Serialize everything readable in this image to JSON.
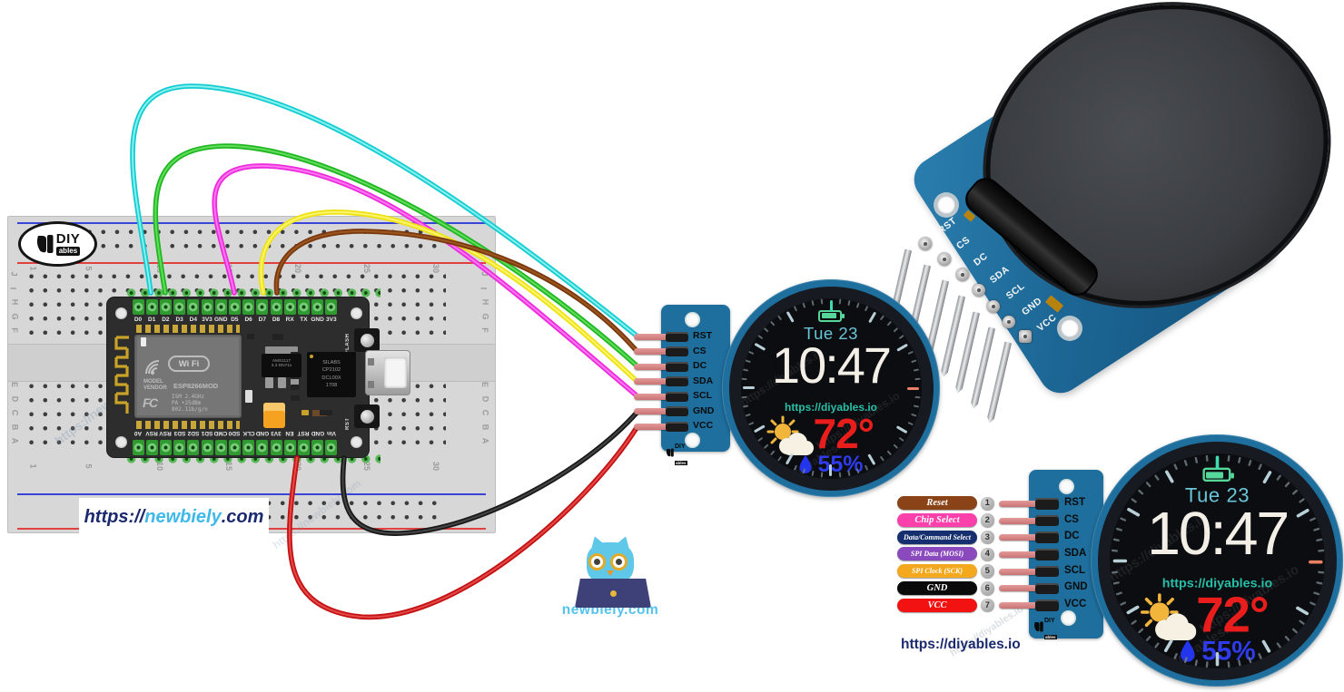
{
  "branding": {
    "diyables_logo": {
      "diy": "DIY",
      "ables": "ables"
    },
    "newbiely_banner": {
      "https": "https://",
      "name": "newbiely",
      "com": ".com"
    },
    "mascot_caption": "newbiely.com",
    "diyables_url": "https://diyables.io",
    "watermarks": {
      "newbiely": "https://newbiely.com",
      "diyables": "https://diyables.io"
    }
  },
  "breadboard": {
    "column_labels": [
      "1",
      "5",
      "10",
      "15",
      "20",
      "25",
      "30"
    ],
    "row_letters_top": [
      "J",
      "I",
      "H",
      "G",
      "F"
    ],
    "row_letters_bottom": [
      "E",
      "D",
      "C",
      "B",
      "A"
    ]
  },
  "nodemcu": {
    "top_pins": [
      "D0",
      "D1",
      "D2",
      "D3",
      "D4",
      "3V3",
      "GND",
      "D5",
      "D6",
      "D7",
      "D8",
      "RX",
      "TX",
      "GND",
      "3V3"
    ],
    "bottom_pins": [
      "A0",
      "RSV",
      "RSV",
      "SD3",
      "SD2",
      "SD1",
      "CMD",
      "SD0",
      "CLK",
      "GND",
      "3V3",
      "EN",
      "RST",
      "GND",
      "Vin"
    ],
    "esp_module": {
      "wifi": "Wi Fi",
      "model_line1": "MODEL",
      "model_line2": "VENDOR",
      "chip": "ESP8266MOD",
      "fcc": "FC",
      "spec1": "ISM 2.4GHz",
      "spec2": "PA  +25dBm",
      "spec3": "802.11b/g/n"
    },
    "regulator_line1": "AMS1117",
    "regulator_line2": "3.3  DN711",
    "usb_chip_lines": [
      "SILABS",
      "CP2102",
      "DCL00X",
      "1708"
    ],
    "flash_button": "FLASH",
    "reset_button": "RST"
  },
  "display": {
    "pins": [
      "RST",
      "CS",
      "DC",
      "SDA",
      "SCL",
      "GND",
      "VCC"
    ],
    "date": "Tue 23",
    "time": "10:47",
    "url": "https://diyables.io",
    "temperature": "72°",
    "humidity": "55%",
    "logo_diy": "DIY",
    "logo_ables": "ables"
  },
  "legend": {
    "items": [
      {
        "num": "1",
        "label": "Reset",
        "color": "#8a4316"
      },
      {
        "num": "2",
        "label": "Chip Select",
        "color": "#fc40ab"
      },
      {
        "num": "3",
        "label": "Data/Command Select",
        "color": "#16306f"
      },
      {
        "num": "4",
        "label": "SPI Data (MOSI)",
        "color": "#8a49bd"
      },
      {
        "num": "5",
        "label": "SPI Clock (SCK)",
        "color": "#f4a81d"
      },
      {
        "num": "6",
        "label": "GND",
        "color": "#0a0a0a"
      },
      {
        "num": "7",
        "label": "VCC",
        "color": "#f31212"
      }
    ]
  },
  "wires": {
    "list": [
      {
        "id": "wire-scl",
        "color": "#ee2ade",
        "core": "#fb80f0",
        "from": "D5",
        "to": "SCL"
      },
      {
        "id": "wire-sda",
        "color": "#efe212",
        "core": "#fbf77a",
        "from": "D7",
        "to": "SDA"
      },
      {
        "id": "wire-dc",
        "color": "#1fb822",
        "core": "#6ae062",
        "from": "D2",
        "to": "DC"
      },
      {
        "id": "wire-rst",
        "color": "#12ccd2",
        "core": "#96f4f0",
        "from": "D1",
        "to": "RST"
      },
      {
        "id": "wire-cs",
        "color": "#79380d",
        "core": "#a05a22",
        "from": "D8",
        "to": "CS"
      },
      {
        "id": "wire-gnd",
        "color": "#191919",
        "core": "#4a4a4a",
        "from": "GND",
        "to": "GND"
      },
      {
        "id": "wire-vcc",
        "color": "#c41212",
        "core": "#e85050",
        "from": "3V3",
        "to": "VCC"
      }
    ]
  },
  "watch_colors": {
    "battery": "#57d89b",
    "date": "#69c5d8",
    "time": "#f3efe6",
    "url": "#27bfa8",
    "temp": "#ea1d1d",
    "humidity": "#2e3cee",
    "tick": "#b9cfd8",
    "tick_12": "#3edcb0",
    "tick_3": "#ec8064",
    "pcb": "#1e6f9e"
  }
}
